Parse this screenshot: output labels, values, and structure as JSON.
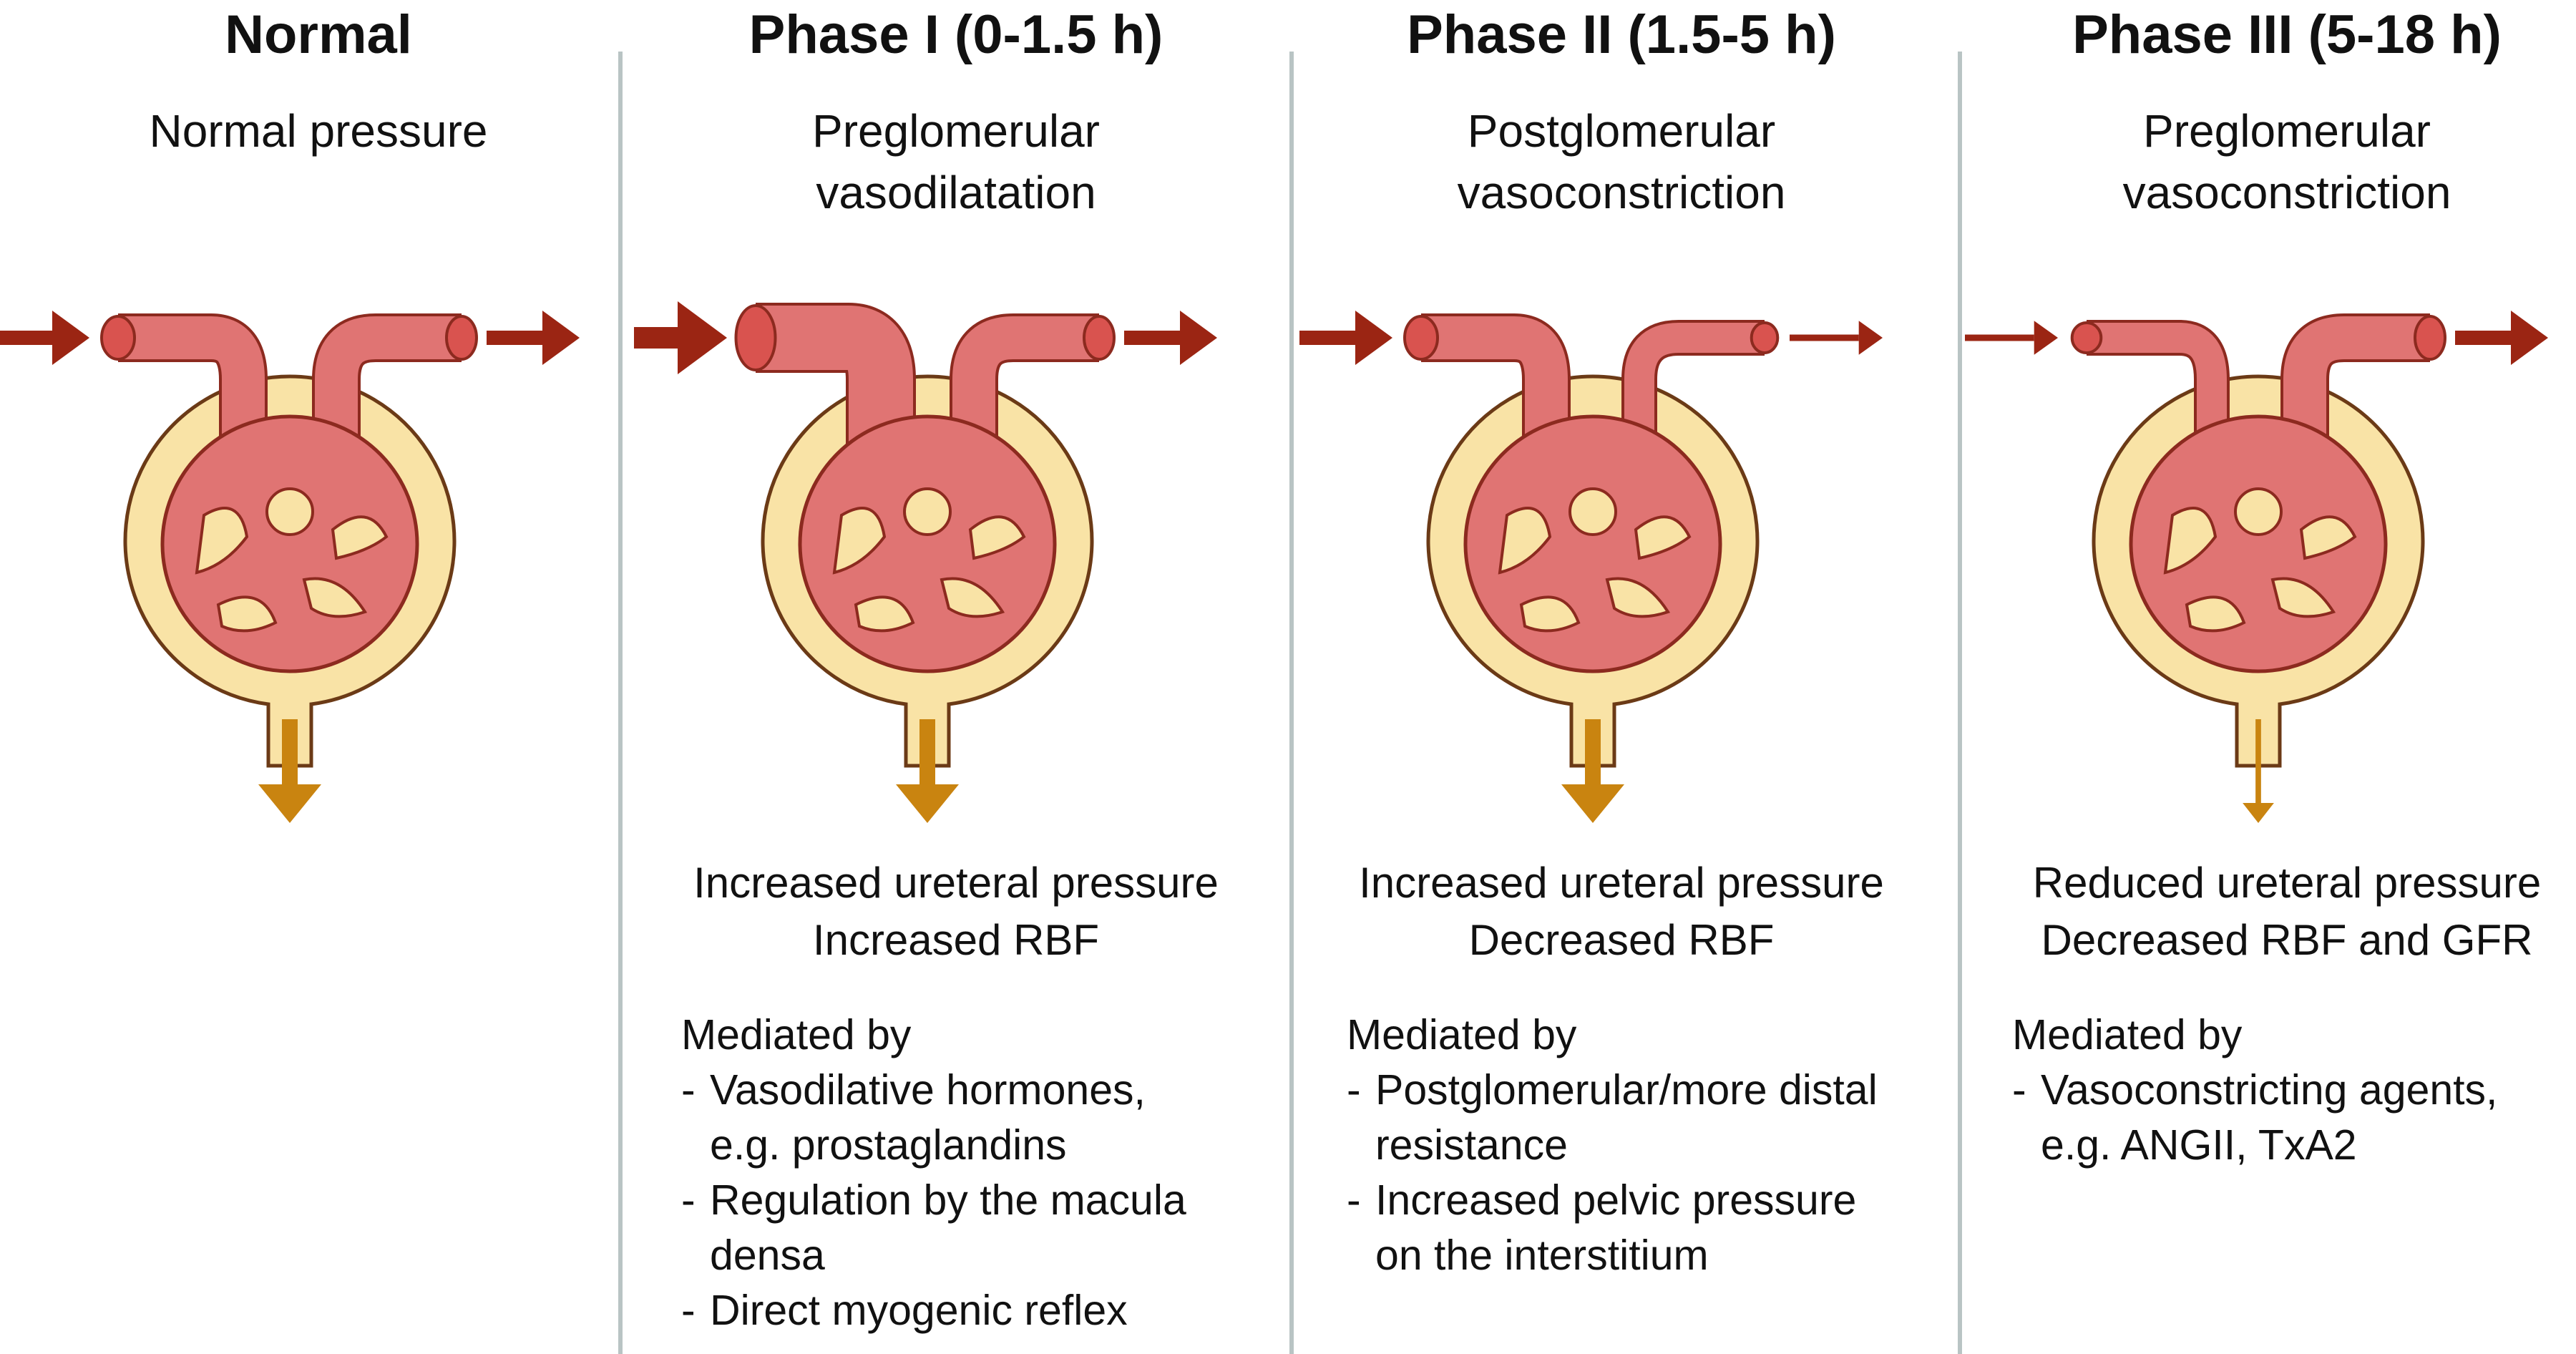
{
  "panels": [
    {
      "title": "Normal",
      "subtitle": "Normal pressure",
      "effects": [],
      "mediated_by": "",
      "mediators": []
    },
    {
      "title": "Phase I (0-1.5 h)",
      "subtitle": "Preglomerular\nvasodilatation",
      "effects": [
        "Increased ureteral pressure",
        "Increased RBF"
      ],
      "mediated_by": "Mediated by",
      "mediators": [
        {
          "dash": "-",
          "text": "Vasodilative hormones,\ne.g. prostaglandins"
        },
        {
          "dash": "-",
          "text": "Regulation by the macula\ndensa"
        },
        {
          "dash": "-",
          "text": "Direct myogenic reflex"
        }
      ]
    },
    {
      "title": "Phase II (1.5-5 h)",
      "subtitle": "Postglomerular\nvasoconstriction",
      "effects": [
        "Increased ureteral pressure",
        "Decreased RBF"
      ],
      "mediated_by": "Mediated by",
      "mediators": [
        {
          "dash": "-",
          "text": "Postglomerular/more distal\nresistance"
        },
        {
          "dash": "-",
          "text": "Increased pelvic pressure\non the interstitium"
        }
      ]
    },
    {
      "title": "Phase III (5-18 h)",
      "subtitle": "Preglomerular\nvasoconstriction",
      "effects": [
        "Reduced ureteral pressure",
        "Decreased RBF and GFR"
      ],
      "mediated_by": "Mediated by",
      "mediators": [
        {
          "dash": "-",
          "text": "Vasoconstricting agents,\ne.g. ANGII, TxA2"
        }
      ]
    }
  ],
  "colors": {
    "vessel_fill": "#e07473",
    "vessel_inner": "#d9534f",
    "vessel_outline": "#8c2a1f",
    "capsule_fill": "#f9e3a6",
    "capsule_outline": "#6b3a16",
    "blood_arrow": "#9b2513",
    "urine_arrow": "#c98410",
    "divider": "#b9c4c4"
  },
  "icons": [
    "afferent-arrow",
    "efferent-arrow",
    "glomerulus",
    "bowman-capsule",
    "urine-flow-arrow"
  ],
  "flow_levels": [
    {
      "inflow": 1.0,
      "outflow": 1.0,
      "urine": 1.0
    },
    {
      "inflow": 1.5,
      "outflow": 1.0,
      "urine": 1.0
    },
    {
      "inflow": 1.0,
      "outflow": 0.45,
      "urine": 1.0
    },
    {
      "inflow": 0.45,
      "outflow": 1.0,
      "urine": 0.35
    }
  ]
}
